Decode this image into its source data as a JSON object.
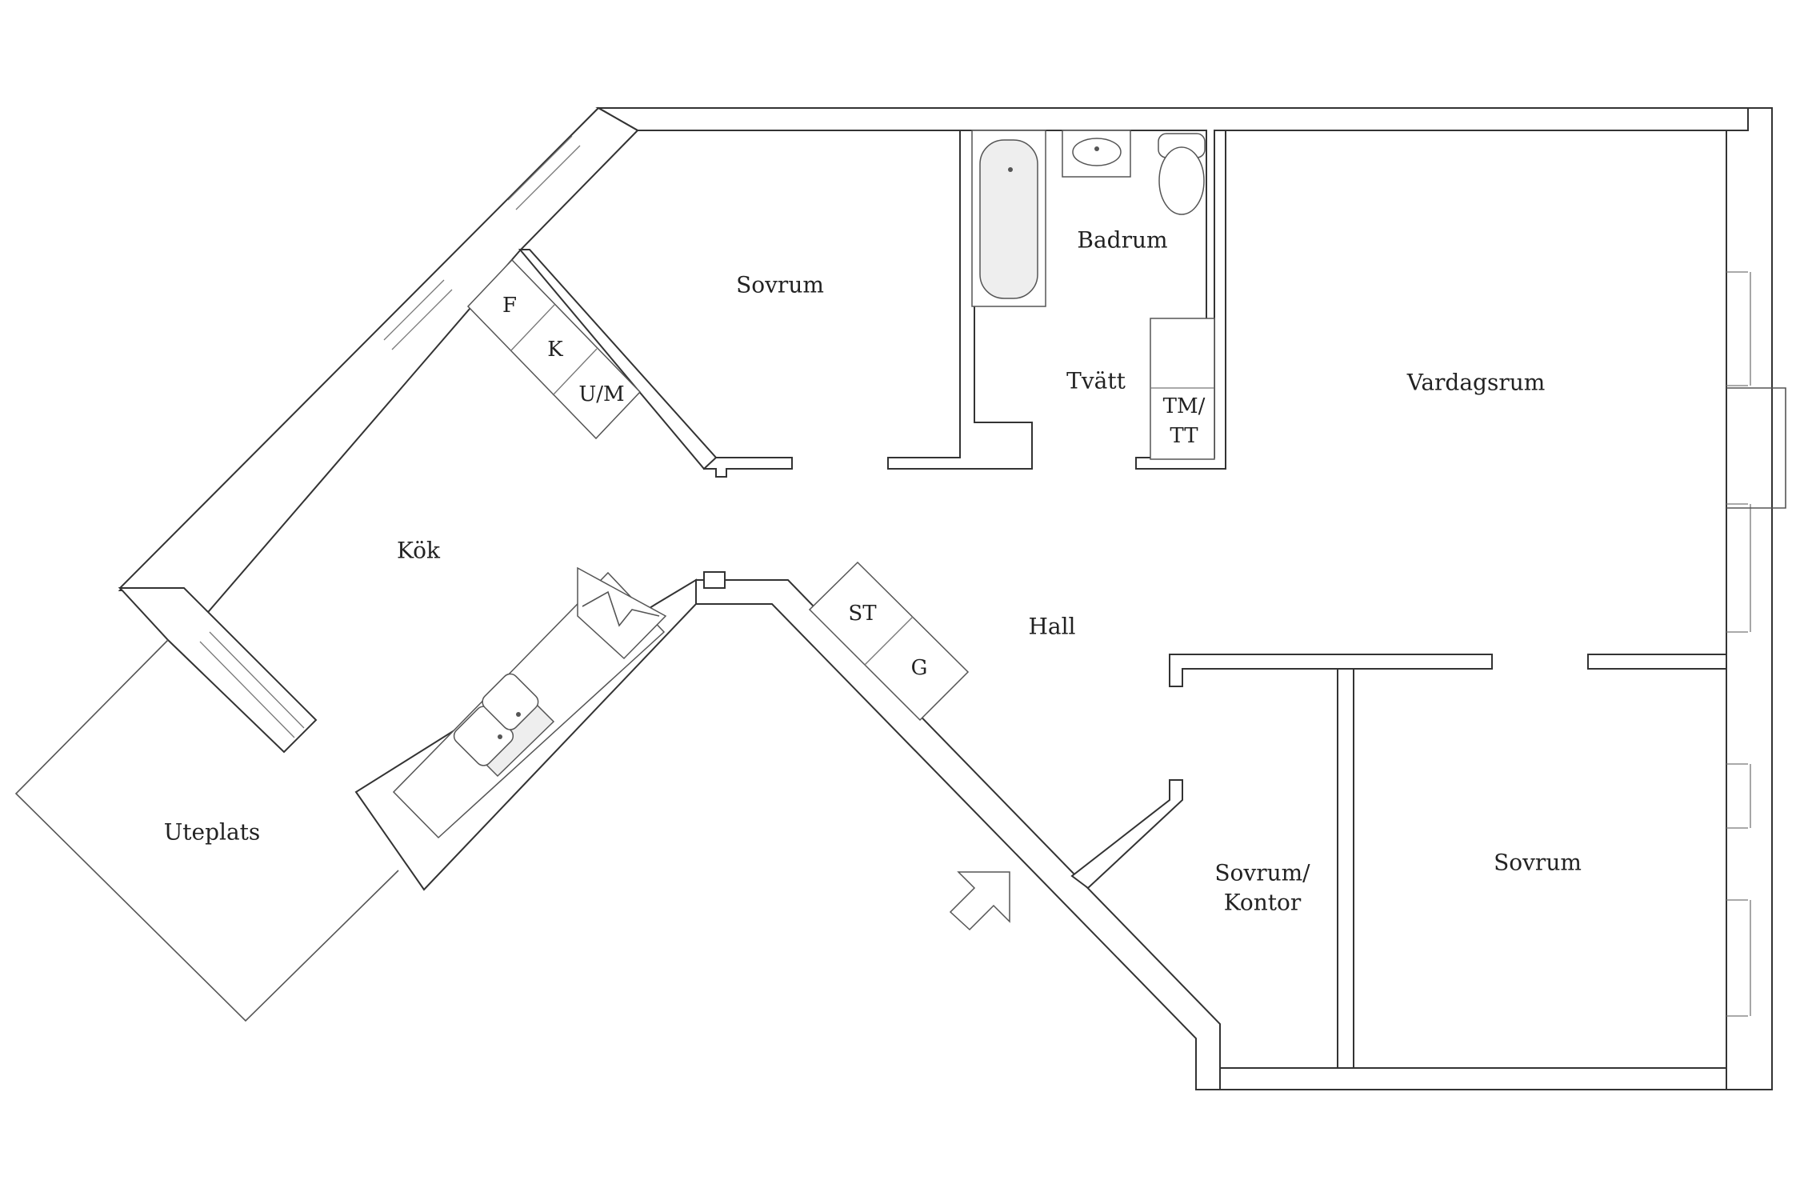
{
  "rooms": {
    "sovrum_top": "Sovrum",
    "badrum": "Badrum",
    "tvatt": "Tvätt",
    "vardagsrum": "Vardagsrum",
    "kok": "Kök",
    "hall": "Hall",
    "uteplats": "Uteplats",
    "sovrum_kontor_1": "Sovrum/",
    "sovrum_kontor_2": "Kontor",
    "sovrum_bottom": "Sovrum"
  },
  "fixtures": {
    "f": "F",
    "k": "K",
    "um": "U/M",
    "tm": "TM/",
    "tt": "TT",
    "st": "ST",
    "g": "G"
  },
  "icons": {
    "entrance": "entrance-arrow-icon",
    "stove": "stove-icon",
    "sink": "double-sink-icon",
    "bathtub": "bathtub-icon",
    "washbasin": "washbasin-icon",
    "toilet": "toilet-icon"
  }
}
